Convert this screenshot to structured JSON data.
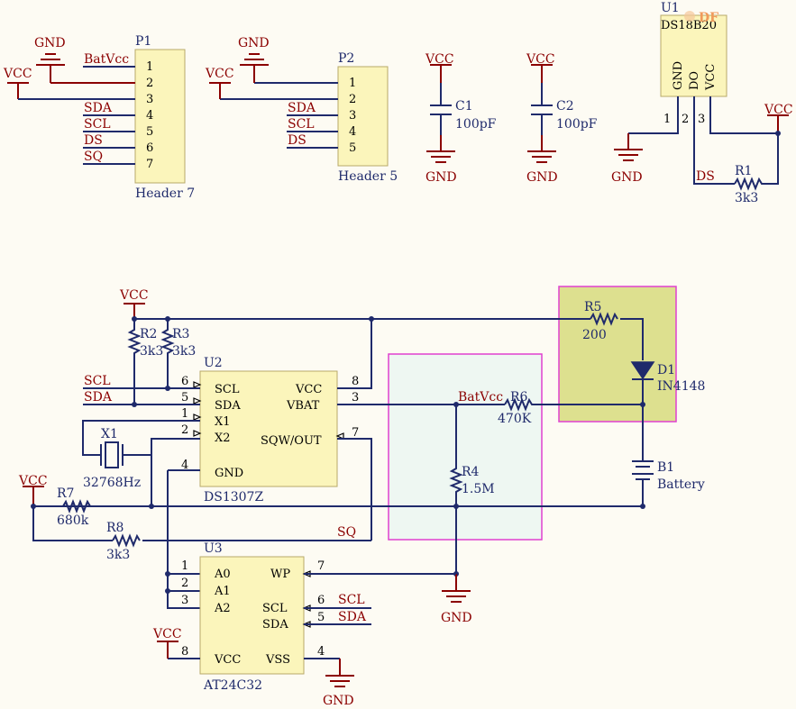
{
  "colors": {
    "background": "#fdfbf3",
    "wire": "#1f2a6b",
    "power": "#8b0000",
    "component_fill": "#fbf5bb",
    "zone_pink_fill": "#dde08f",
    "zone_blue_fill": "#eef7f2",
    "zone_border": "#e040d0"
  },
  "nets": {
    "vcc": "VCC",
    "gnd": "GND",
    "batvcc": "BatVcc",
    "sda": "SDA",
    "scl": "SCL",
    "ds": "DS",
    "sq": "SQ"
  },
  "p1": {
    "designator": "P1",
    "name": "Header 7",
    "pins": [
      "1",
      "2",
      "3",
      "4",
      "5",
      "6",
      "7"
    ],
    "nets": [
      "BatVcc",
      "",
      "",
      "SDA",
      "SCL",
      "DS",
      "SQ"
    ]
  },
  "p2": {
    "designator": "P2",
    "name": "Header 5",
    "pins": [
      "1",
      "2",
      "3",
      "4",
      "5"
    ],
    "nets": [
      "",
      "",
      "SDA",
      "SCL",
      "DS"
    ]
  },
  "c1": {
    "designator": "C1",
    "value": "100pF"
  },
  "c2": {
    "designator": "C2",
    "value": "100pF"
  },
  "u1": {
    "designator": "U1",
    "name": "DS18B20",
    "pin_names": [
      "GND",
      "DO",
      "VCC"
    ],
    "pins": [
      "1",
      "2",
      "3"
    ]
  },
  "r1": {
    "designator": "R1",
    "value": "3k3"
  },
  "r2": {
    "designator": "R2",
    "value": "3k3"
  },
  "r3": {
    "designator": "R3",
    "value": "3k3"
  },
  "r4": {
    "designator": "R4",
    "value": "1.5M"
  },
  "r5": {
    "designator": "R5",
    "value": "200"
  },
  "r6": {
    "designator": "R6",
    "value": "470K"
  },
  "r7": {
    "designator": "R7",
    "value": "680k"
  },
  "r8": {
    "designator": "R8",
    "value": "3k3"
  },
  "d1": {
    "designator": "D1",
    "value": "IN4148"
  },
  "b1": {
    "designator": "B1",
    "value": "Battery"
  },
  "x1": {
    "designator": "X1",
    "value": "32768Hz"
  },
  "u2": {
    "designator": "U2",
    "name": "DS1307Z",
    "left_pins": [
      {
        "num": "6",
        "name": "SCL"
      },
      {
        "num": "5",
        "name": "SDA"
      },
      {
        "num": "1",
        "name": "X1"
      },
      {
        "num": "2",
        "name": "X2"
      },
      {
        "num": "4",
        "name": "GND"
      }
    ],
    "right_pins": [
      {
        "num": "8",
        "name": "VCC"
      },
      {
        "num": "3",
        "name": "VBAT"
      },
      {
        "num": "7",
        "name": "SQW/OUT"
      }
    ]
  },
  "u3": {
    "designator": "U3",
    "name": "AT24C32",
    "left_pins": [
      {
        "num": "1",
        "name": "A0"
      },
      {
        "num": "2",
        "name": "A1"
      },
      {
        "num": "3",
        "name": "A2"
      },
      {
        "num": "8",
        "name": "VCC"
      }
    ],
    "right_pins": [
      {
        "num": "7",
        "name": "WP"
      },
      {
        "num": "6",
        "name": "SCL"
      },
      {
        "num": "5",
        "name": "SDA"
      },
      {
        "num": "4",
        "name": "VSS"
      }
    ]
  },
  "watermark": {
    "text": "DF"
  }
}
